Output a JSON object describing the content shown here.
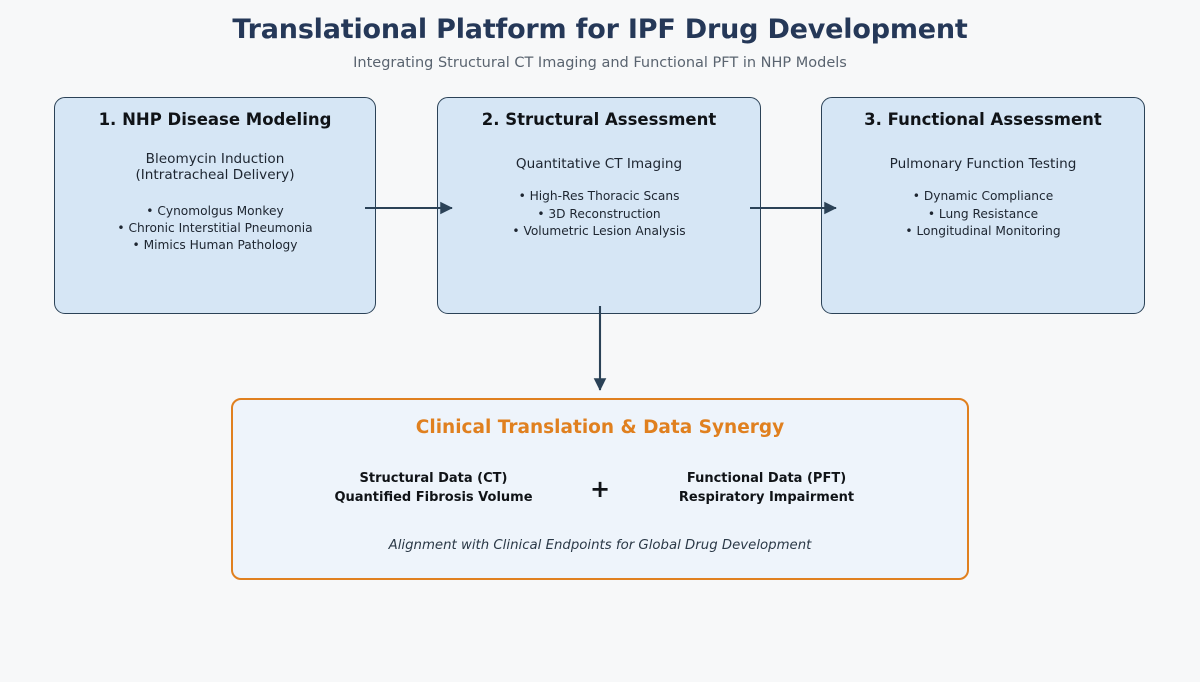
{
  "header": {
    "title": "Translational Platform for IPF Drug Development",
    "subtitle": "Integrating Structural CT Imaging and Functional PFT in NHP Models"
  },
  "colors": {
    "page_background": "#f7f8f9",
    "title": "#253858",
    "subtitle": "#5a6470",
    "stage_fill": "#d6e6f5",
    "stage_border": "#2b4257",
    "arrow": "#2b4257",
    "synergy_fill": "#eef4fb",
    "synergy_border": "#e0801f",
    "synergy_accent": "#e0801f",
    "body_text": "#1d2530"
  },
  "stages": [
    {
      "title": "1. NHP Disease Modeling",
      "subtitle": "Bleomycin Induction\n(Intratracheal Delivery)",
      "bullets": [
        "• Cynomolgus Monkey",
        "• Chronic Interstitial Pneumonia",
        "• Mimics Human Pathology"
      ]
    },
    {
      "title": "2. Structural Assessment",
      "subtitle": "Quantitative CT Imaging",
      "bullets": [
        "• High-Res Thoracic Scans",
        "• 3D Reconstruction",
        "• Volumetric Lesion Analysis"
      ]
    },
    {
      "title": "3. Functional Assessment",
      "subtitle": "Pulmonary Function Testing",
      "bullets": [
        "• Dynamic Compliance",
        "• Lung Resistance",
        "• Longitudinal Monitoring"
      ]
    }
  ],
  "connectors": [
    {
      "name": "stage1-to-stage2",
      "direction": "right"
    },
    {
      "name": "stage2-to-stage3",
      "direction": "right"
    },
    {
      "name": "stage2-to-synergy",
      "direction": "down"
    }
  ],
  "synergy": {
    "title": "Clinical Translation & Data Synergy",
    "left_block": "Structural Data (CT)\nQuantified Fibrosis Volume",
    "operator": "+",
    "right_block": "Functional Data (PFT)\nRespiratory Impairment",
    "footer": "Alignment with Clinical Endpoints for Global Drug Development"
  }
}
